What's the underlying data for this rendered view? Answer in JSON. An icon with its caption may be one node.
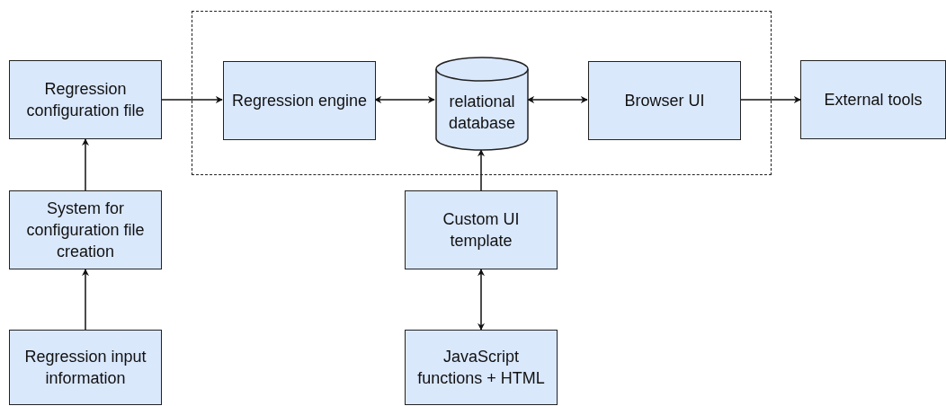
{
  "diagram": {
    "nodes": [
      {
        "text": [],
        "shape": "box"
      },
      {
        "text": [
          "Regression configuration file"
        ]
      },
      {
        "text": [
          "Regression engine"
        ],
        "in": 0
      },
      {
        "text": [
          "relational database"
        ],
        "in": 0
      },
      {
        "text": [
          "Browser UI"
        ],
        "in": 0
      },
      {
        "text": [
          "External tools"
        ]
      },
      {
        "text": [
          "System for configuration file creation"
        ]
      },
      {
        "text": [
          "Custom UI template"
        ]
      },
      {
        "text": [
          "Regression input information"
        ]
      },
      {
        "text": [
          "JavaScript functions + HTML"
        ]
      }
    ],
    "edges": [
      {
        "from": 1,
        "to": 2,
        "arrow": "to"
      },
      {
        "from": 2,
        "to": 3,
        "arrow": "both"
      },
      {
        "from": 3,
        "to": 4,
        "arrow": "both"
      },
      {
        "from": 4,
        "to": 5,
        "arrow": "to"
      },
      {
        "from": 6,
        "to": 1,
        "arrow": "to"
      },
      {
        "from": 8,
        "to": 6,
        "arrow": "to"
      },
      {
        "from": 7,
        "to": 3,
        "arrow": "to"
      },
      {
        "from": 7,
        "to": 9,
        "arrow": "both"
      }
    ]
  }
}
